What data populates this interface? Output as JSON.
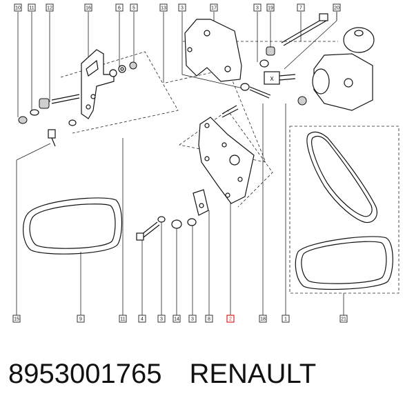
{
  "callouts_top": [
    "10",
    "11",
    "12",
    "16",
    "6",
    "5",
    "13",
    "3",
    "17",
    "3",
    "19",
    "7",
    "20"
  ],
  "callouts_bottom": [
    "15",
    "9",
    "11",
    "4",
    "3",
    "14",
    "3",
    "8",
    "2",
    "18",
    "1",
    "21"
  ],
  "highlighted_callout": "2",
  "bolt_label": "X",
  "caption": {
    "part_number": "8953001765",
    "brand": "RENAULT"
  },
  "colors": {
    "highlight": "#e02020",
    "line": "#222222"
  }
}
